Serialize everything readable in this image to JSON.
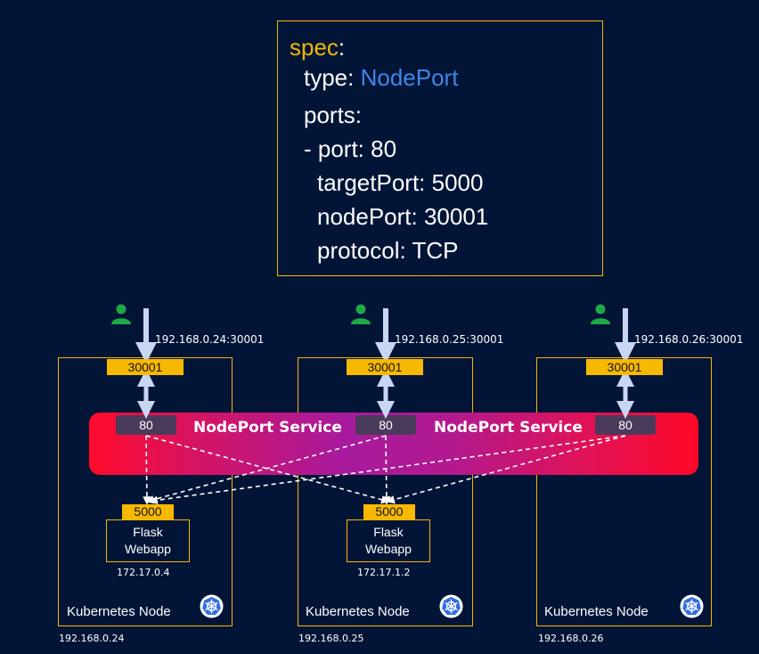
{
  "spec": {
    "line1_key": "spec",
    "line1_colon": ":",
    "line2_prefix": "type: ",
    "line2_value": "NodePort",
    "line3": "ports:",
    "line4": "- port: 80",
    "line5": "targetPort: 5000",
    "line6": "nodePort: 30001",
    "line7": "protocol: TCP"
  },
  "service": {
    "label_left": "NodePort Service",
    "label_right": "NodePort Service",
    "port": "80"
  },
  "nodes": [
    {
      "url": "192.168.0.24:30001",
      "node_port": "30001",
      "pod_port": "5000",
      "pod_name_1": "Flask",
      "pod_name_2": "Webapp",
      "pod_ip": "172.17.0.4",
      "label": "Kubernetes Node",
      "ip": "192.168.0.24"
    },
    {
      "url": "192.168.0.25:30001",
      "node_port": "30001",
      "pod_port": "5000",
      "pod_name_1": "Flask",
      "pod_name_2": "Webapp",
      "pod_ip": "172.17.1.2",
      "label": "Kubernetes Node",
      "ip": "192.168.0.25"
    },
    {
      "url": "192.168.0.26:30001",
      "node_port": "30001",
      "label": "Kubernetes Node",
      "ip": "192.168.0.26"
    }
  ],
  "colors": {
    "background": "#021537",
    "accent": "#f2b705",
    "user": "#1fa845",
    "arrow": "#c9d6f2",
    "value_blue": "#3f86e8"
  },
  "icons": {
    "user": "user-icon",
    "kubernetes": "kubernetes-wheel-icon"
  }
}
